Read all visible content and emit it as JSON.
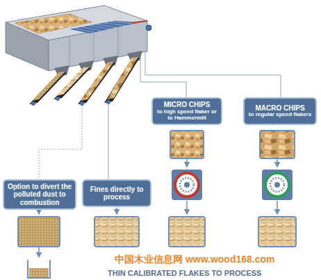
{
  "diagram": {
    "nodes": [
      {
        "text": [
          "MICRO CHIPS",
          "to high speed flaker or to Hammermill"
        ]
      },
      {
        "text": [
          "MACRO CHIPS",
          "to regular speed flakers"
        ]
      },
      {
        "text": [
          "Option to divert the polluted dust to combustion"
        ]
      },
      {
        "text": [
          "Fines directly to process"
        ]
      }
    ],
    "labels": [
      "THIN CALIBRATED FLAKES TO PROCESS",
      "中国木业信息网 www.wood168.com"
    ]
  }
}
